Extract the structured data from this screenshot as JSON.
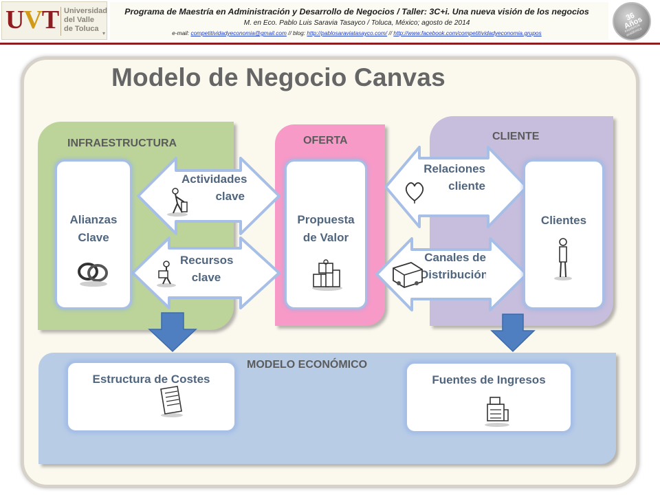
{
  "header": {
    "logo": {
      "mark_u": "U",
      "mark_v": "V",
      "mark_t": "T",
      "line1": "Universidad",
      "line2": "del Valle",
      "line3": "de Toluca",
      "arrow": "▾"
    },
    "line1": "Programa de Maestría en Administración y Desarrollo de Negocios / Taller: 3C+i. Una nueva visión de los negocios",
    "line2": "M. en Eco. Pablo Luis Saravia Tasayco / Toluca, México; agosto de 2014",
    "line3_prefix": "e-mail: ",
    "email": "competitividadyeconomia@gmail.com",
    "sep1": " // blog: ",
    "blog": "http://pablosaraviatasayco.com/",
    "sep2": " // ",
    "facebook": "http://www.facebook.com/competitividadyeconomia.grupos",
    "badge_main": "36 Años",
    "badge_sub": "excelencia académica"
  },
  "title": "Modelo de Negocio Canvas",
  "sections": {
    "infraestructura": "INFRAESTRUCTURA",
    "oferta": "OFERTA",
    "cliente": "CLIENTE",
    "modelo_economico": "MODELO ECONÓMICO"
  },
  "blocks": {
    "alianzas": {
      "line1": "Alianzas",
      "line2": "Clave"
    },
    "propuesta": {
      "line1": "Propuesta",
      "line2": "de Valor"
    },
    "clientes": {
      "line1": "Clientes"
    },
    "costes": "Estructura de Costes",
    "ingresos": "Fuentes de Ingresos"
  },
  "arrows": {
    "actividades": {
      "line1": "Actividades",
      "line2": "clave"
    },
    "recursos": {
      "line1": "Recursos",
      "line2": "clave"
    },
    "relaciones": {
      "line1": "Relaciones",
      "line2": "cliente"
    },
    "canales": {
      "line1": "Canales de",
      "line2": "Distribución"
    }
  },
  "colors": {
    "infraestructura": "#bcd49a",
    "oferta": "#f79ac8",
    "cliente": "#c7bddc",
    "modelo_economico": "#b8cce6",
    "block_text": "#50657e",
    "down_arrow": "#4f7fc1"
  },
  "icons": [
    "rings-icon",
    "person-pushing-icon",
    "person-carrying-icon",
    "gift-box-icon",
    "heart-icon",
    "delivery-truck-icon",
    "person-standing-icon",
    "receipt-icon",
    "cash-register-icon"
  ]
}
